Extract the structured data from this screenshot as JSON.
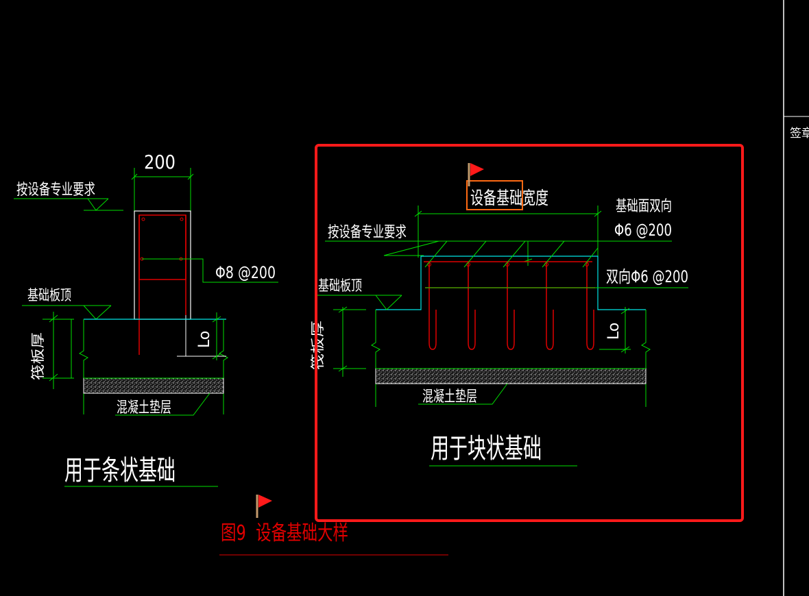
{
  "colors": {
    "background": "#000000",
    "line_white": "#ffffff",
    "line_green": "#00e000",
    "line_cyan": "#00e5e5",
    "rebar_red": "#e00000",
    "highlight_red": "#ff1a1a",
    "highlight_orange": "#ff6a13"
  },
  "panel": {
    "label": "签章"
  },
  "strip": {
    "dim_width": "200",
    "note_equipment": "按设备专业要求",
    "rebar_label": "Φ8 @200",
    "label_slab_top": "基础板顶",
    "label_raft_thickness": "筏板厚",
    "label_lo": "Lo",
    "label_cushion": "混凝土垫层",
    "caption": "用于条状基础"
  },
  "block": {
    "label_width": "设备基础宽度",
    "label_width_highlight": "设备基础",
    "label_face_bidir": "基础面双向",
    "label_face_rebar": "Φ6 @200",
    "note_equipment": "按设备专业要求",
    "label_slab_top": "基础板顶",
    "label_raft_thickness": "筏板厚",
    "label_bidir_rebar": "双向Φ6 @200",
    "label_lo": "Lo",
    "label_cushion": "混凝土垫层",
    "caption": "用于块状基础"
  },
  "figure_title": "图9  设备基础大样",
  "markers": [
    "flag-icon",
    "flag-icon"
  ]
}
